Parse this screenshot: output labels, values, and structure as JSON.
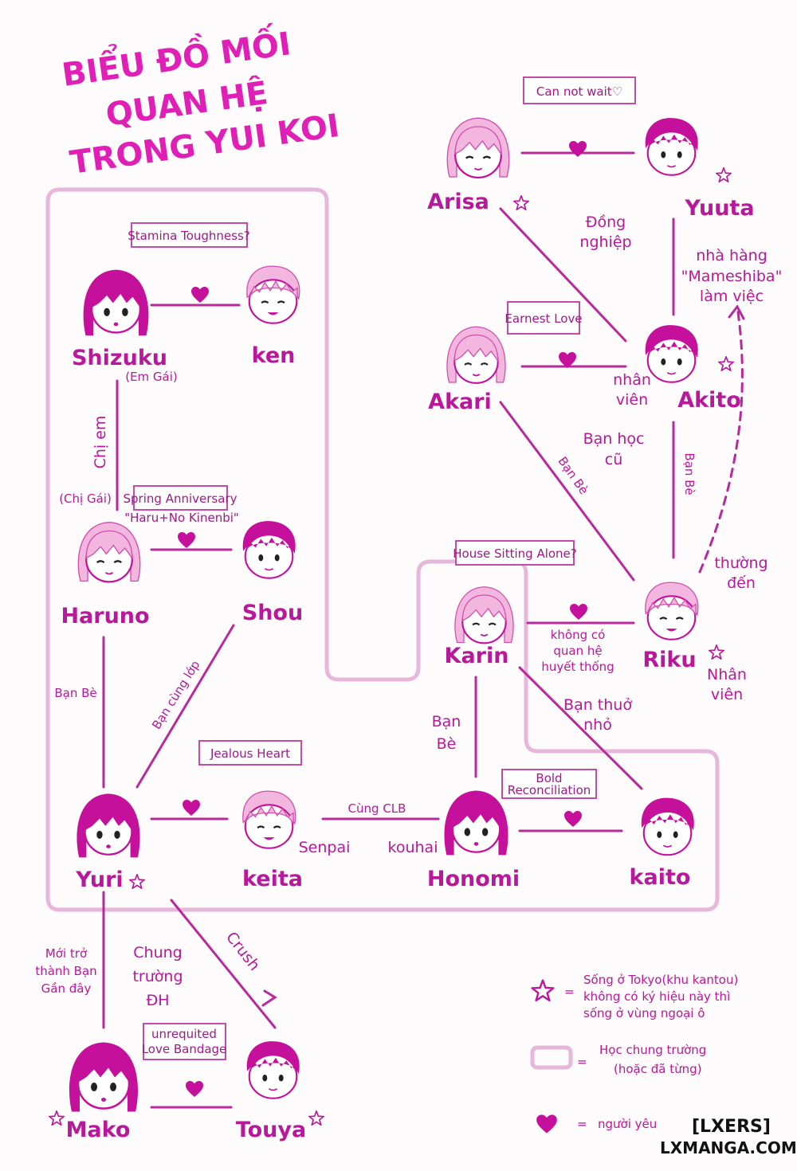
{
  "title_lines": [
    "BIỂU ĐỒ MỐI",
    "QUAN HỆ",
    "TRONG YUI KOI"
  ],
  "colors": {
    "primary": "#b8189a",
    "title": "#e01fb6",
    "line": "#b82a9c",
    "group": "#e6b7da"
  },
  "characters": {
    "arisa": "Arisa",
    "yuuta": "Yuuta",
    "akari": "Akari",
    "akito": "Akito",
    "shizuku": "Shizuku",
    "ken": "ken",
    "haruno": "Haruno",
    "shou": "Shou",
    "karin": "Karin",
    "riku": "Riku",
    "yuri": "Yuri",
    "keita": "keita",
    "honomi": "Honomi",
    "kaito": "kaito",
    "mako": "Mako",
    "touya": "Touya"
  },
  "tags": {
    "cannot_wait": "Can not wait♡",
    "stamina": "Stamina Toughness?",
    "earnest": "Earnest Love",
    "spring": "Spring Anniversary",
    "spring_sub": "\"Haru+No Kinenbi\"",
    "house": "House Sitting Alone?",
    "jealous": "Jealous Heart",
    "bold_1": "Bold",
    "bold_2": "Reconciliation",
    "unrequited_1": "unrequited",
    "unrequited_2": "Love Bandage"
  },
  "labels": {
    "dong_nghiep_1": "Đồng",
    "dong_nghiep_2": "nghiệp",
    "nha_hang_1": "nhà hàng",
    "nha_hang_2": "\"Mameshiba\"",
    "nha_hang_3": "làm việc",
    "em_gai": "(Em Gái)",
    "chi_em": "Chị em",
    "chi_gai": "(Chị Gái)",
    "nhan_vien_1a": "nhân",
    "nhan_vien_1b": "viên",
    "ban_hoc_cu_1": "Bạn học",
    "ban_hoc_cu_2": "cũ",
    "ban_be_akari": "Bạn Bè",
    "ban_be_akito": "Bạn Bè",
    "thuong_den_1": "thường",
    "thuong_den_2": "đến",
    "nhan_vien_2a": "Nhân",
    "nhan_vien_2b": "viên",
    "khong_co_1": "không có",
    "khong_co_2": "quan hệ",
    "khong_co_3": "huyết thống",
    "ban_be_haruno": "Bạn Bè",
    "ban_cung_lop": "Bạn cùng lớp",
    "ban_be_karin_1": "Bạn",
    "ban_be_karin_2": "Bè",
    "ban_tho_nho_1": "Bạn thuở",
    "ban_tho_nho_2": "nhỏ",
    "cung_clb": "Cùng CLB",
    "senpai": "Senpai",
    "kouhai": "kouhai",
    "moi_tro_1": "Mới trở",
    "moi_tro_2": "thành Bạn",
    "moi_tro_3": "Gần đây",
    "chung_truong_1": "Chung",
    "chung_truong_2": "trường",
    "chung_truong_3": "ĐH",
    "crush": "Crush"
  },
  "legend": {
    "star_1": "Sống ở Tokyo(khu kantou)",
    "star_2": "không có ký hiệu này thì",
    "star_3": "sống ở vùng ngoại ô",
    "box_1": "Học chung trường",
    "box_2": "(hoặc đã từng)",
    "heart": "người yêu",
    "eq": "="
  },
  "watermark": {
    "brand": "[LXERS]",
    "site": "LXMANGA.COM"
  }
}
